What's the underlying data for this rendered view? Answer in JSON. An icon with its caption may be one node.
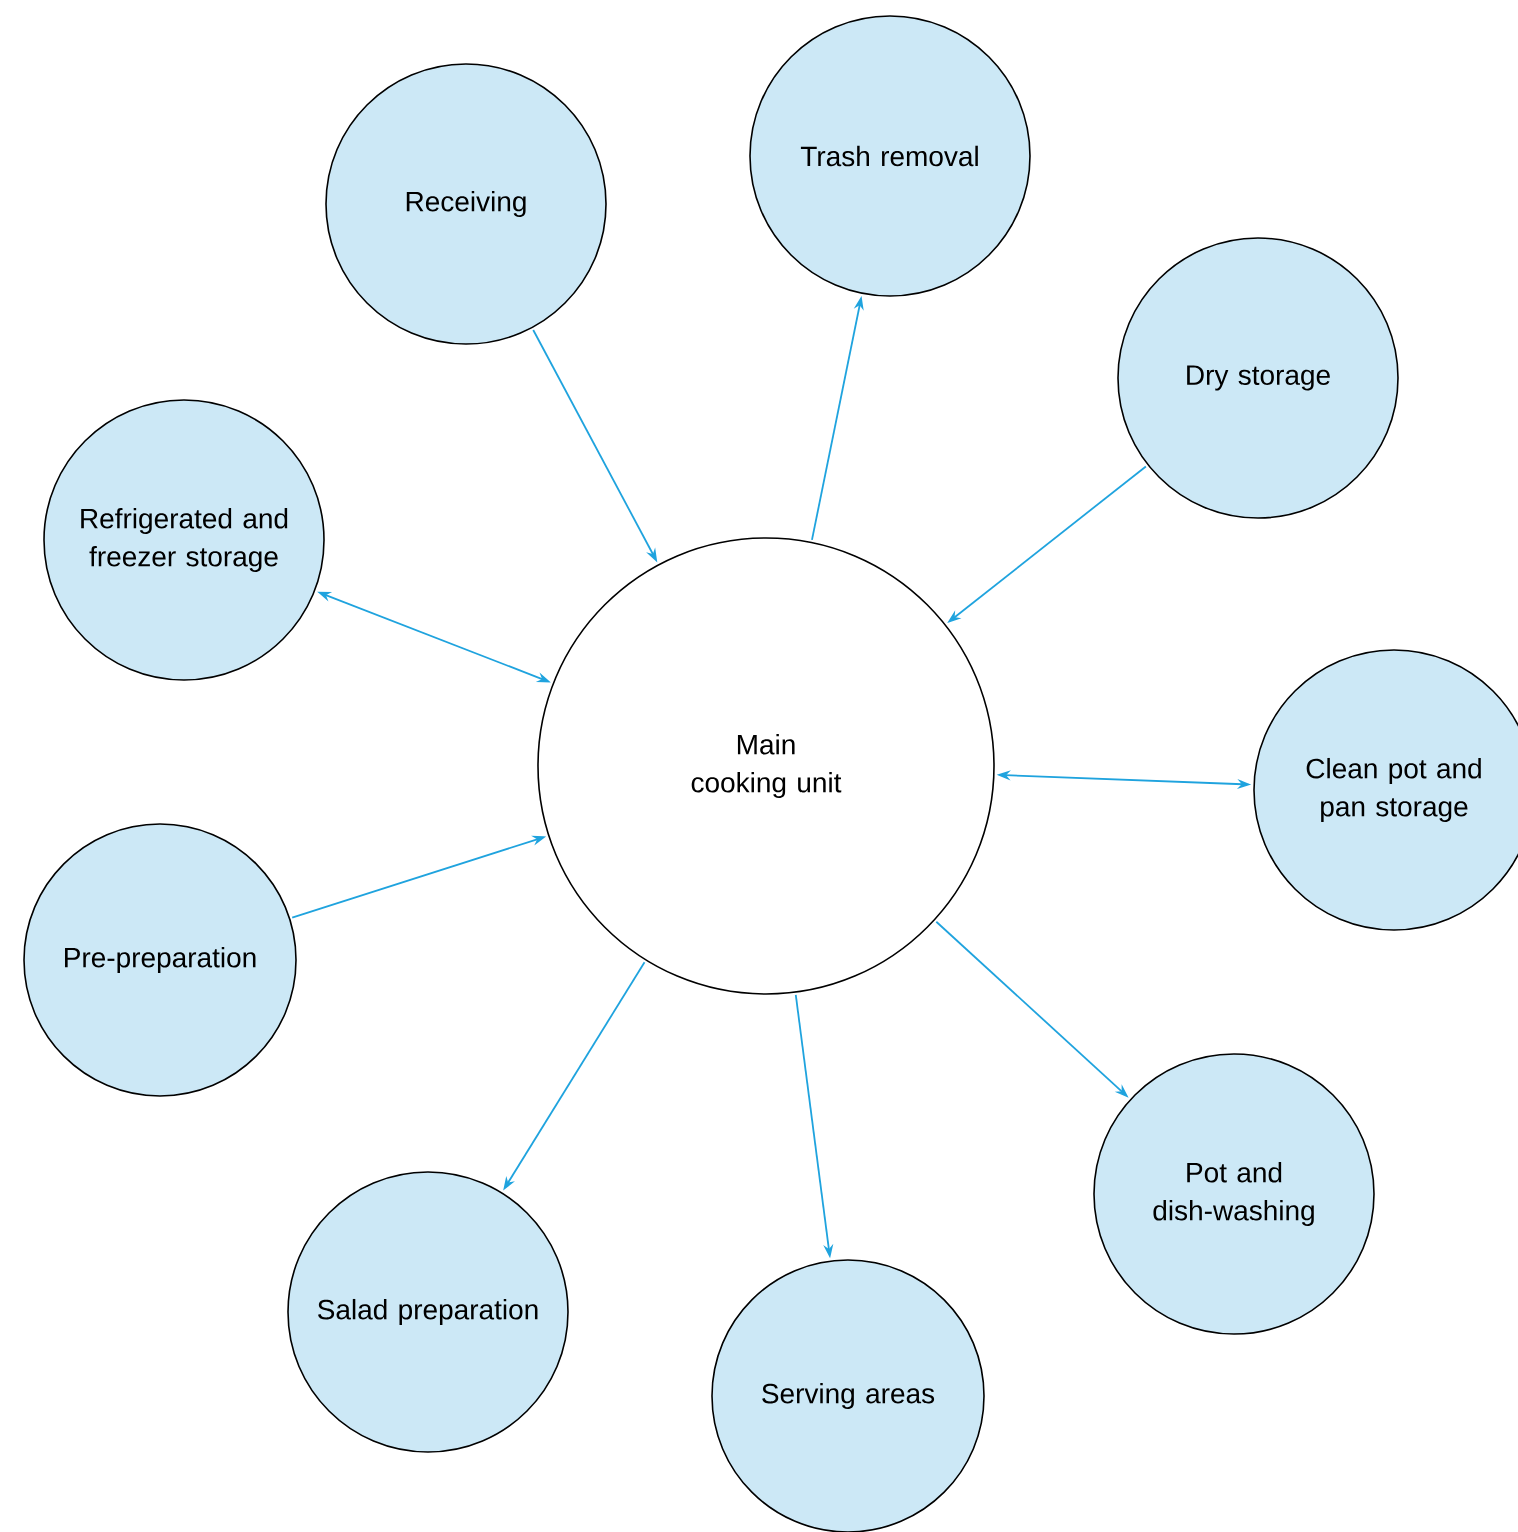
{
  "diagram": {
    "nodes": [
      {
        "text": [
          "Main cooking unit"
        ]
      },
      {
        "text": [
          "Receiving"
        ]
      },
      {
        "text": [
          "Trash removal"
        ]
      },
      {
        "text": [
          "Dry storage"
        ]
      },
      {
        "text": [
          "Refrigerated and freezer storage"
        ]
      },
      {
        "text": [
          "Clean pot and pan storage"
        ]
      },
      {
        "text": [
          "Pre-preparation"
        ]
      },
      {
        "text": [
          "Pot and dish-washing"
        ]
      },
      {
        "text": [
          "Salad preparation"
        ]
      },
      {
        "text": [
          "Serving areas"
        ]
      }
    ],
    "edges": [
      {
        "from": 1,
        "to": 0,
        "arrow": "to"
      },
      {
        "from": 0,
        "to": 2,
        "arrow": "to"
      },
      {
        "from": 3,
        "to": 0,
        "arrow": "to"
      },
      {
        "from": 4,
        "to": 0,
        "arrow": "both"
      },
      {
        "from": 0,
        "to": 5,
        "arrow": "both"
      },
      {
        "from": 6,
        "to": 0,
        "arrow": "to"
      },
      {
        "from": 0,
        "to": 7,
        "arrow": "to"
      },
      {
        "from": 0,
        "to": 8,
        "arrow": "to"
      },
      {
        "from": 0,
        "to": 9,
        "arrow": "to"
      }
    ]
  }
}
